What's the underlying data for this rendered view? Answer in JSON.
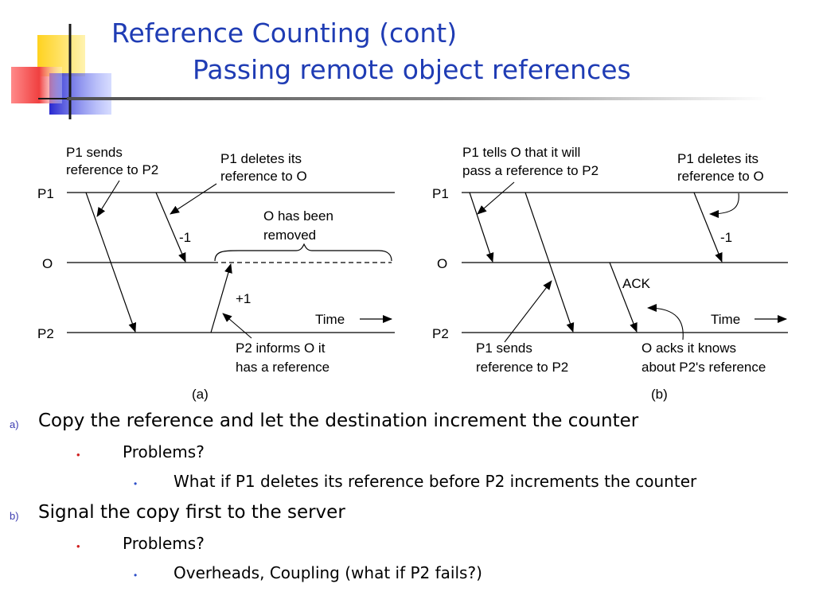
{
  "title": {
    "line1": "Reference Counting (cont)",
    "line2": "Passing remote object references"
  },
  "diagram": {
    "a": {
      "caption": "(a)",
      "line_labels": [
        "P1",
        "O",
        "P2"
      ],
      "annotations": {
        "p1_sends_1": "P1 sends",
        "p1_sends_2": "reference to P2",
        "p1_deletes_1": "P1 deletes its",
        "p1_deletes_2": "reference to O",
        "removed_1": "O has been",
        "removed_2": "removed",
        "minus": "-1",
        "plus": "+1",
        "time": "Time",
        "p2_informs_1": "P2 informs O it",
        "p2_informs_2": "has a reference"
      }
    },
    "b": {
      "caption": "(b)",
      "line_labels": [
        "P1",
        "O",
        "P2"
      ],
      "annotations": {
        "p1_tells_1": "P1 tells O that it will",
        "p1_tells_2": "pass a reference to P2",
        "p1_deletes_1": "P1 deletes its",
        "p1_deletes_2": "reference to O",
        "minus": "-1",
        "ack": "ACK",
        "time": "Time",
        "p1_sends_1": "P1 sends",
        "p1_sends_2": "reference to P2",
        "o_acks_1": "O acks it knows",
        "o_acks_2": "about P2's reference"
      }
    }
  },
  "bullets": [
    {
      "level": 1,
      "marker": "a)",
      "text": "Copy the reference and let the destination increment the counter"
    },
    {
      "level": 2,
      "marker": "•",
      "text": "Problems?"
    },
    {
      "level": 3,
      "marker": "•",
      "text": "What if P1 deletes its reference before P2 increments the counter"
    },
    {
      "level": 1,
      "marker": "b)",
      "text": "Signal the copy first to the server"
    },
    {
      "level": 2,
      "marker": "•",
      "text": "Problems?"
    },
    {
      "level": 3,
      "marker": "•",
      "text": "Overheads, Coupling (what if P2 fails?)"
    }
  ],
  "colors": {
    "title": "#1f3cb4",
    "logo_yellow": "#ffd21f",
    "logo_red": "#f04040",
    "logo_blue": "#2828d0",
    "bullet_level1": "#3b3bb0",
    "bullet_level2": "#d02020",
    "bullet_level3": "#2d4fc8"
  }
}
